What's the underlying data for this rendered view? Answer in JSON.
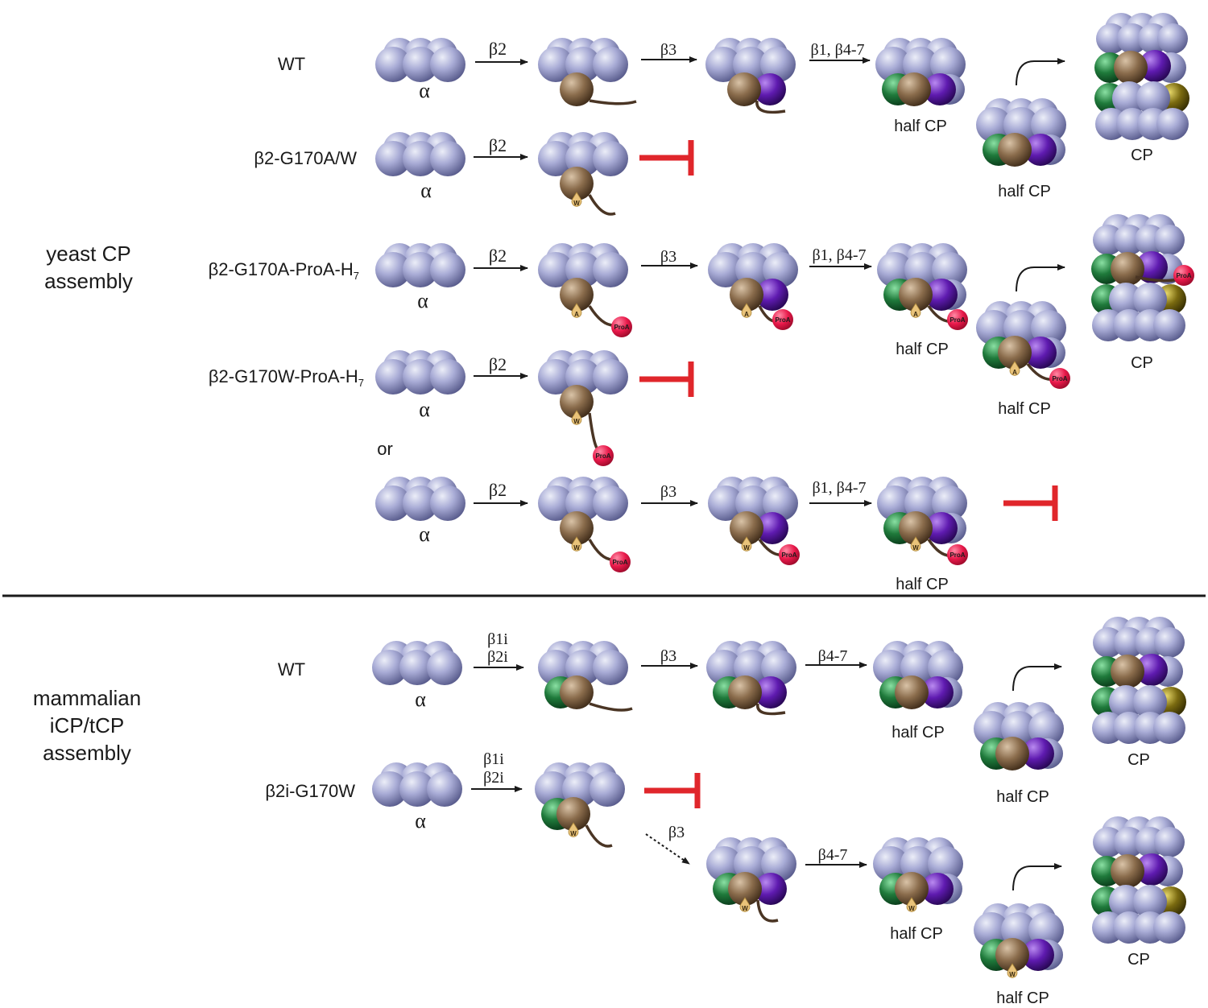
{
  "sections": {
    "yeast": {
      "line1": "yeast CP",
      "line2": "assembly"
    },
    "mammalian": {
      "line1": "mammalian",
      "line2": "iCP/tCP",
      "line3": "assembly"
    }
  },
  "rows": {
    "wt_yeast": "WT",
    "g170aw": "β2-G170A/W",
    "g170a_proa_main": "β2-G170A-ProA-H",
    "g170w_proa_main": "β2-G170W-ProA-H",
    "proa_subscript": "7",
    "or_label": "or",
    "wt_mammal": "WT",
    "b2i_g170w": "β2i-G170W"
  },
  "labels": {
    "alpha": "α",
    "b2": "β2",
    "b3": "β3",
    "b1_b47": "β1, β4-7",
    "b47": "β4-7",
    "b1i": "β1i",
    "b2i": "β2i",
    "half_cp": "half CP",
    "cp": "CP",
    "proa": "ProA",
    "tag_a": "A",
    "tag_w": "W"
  },
  "colors": {
    "alpha": "#a5a8d1",
    "beta2": "#8a6c4c",
    "beta3": "#5f1bb0",
    "beta1": "#1f7a3b",
    "beta7": "#7a6a10",
    "proa": "#e8194a",
    "block": "#e0262b",
    "tag": "#e9c37a",
    "tail": "#4a3524"
  }
}
